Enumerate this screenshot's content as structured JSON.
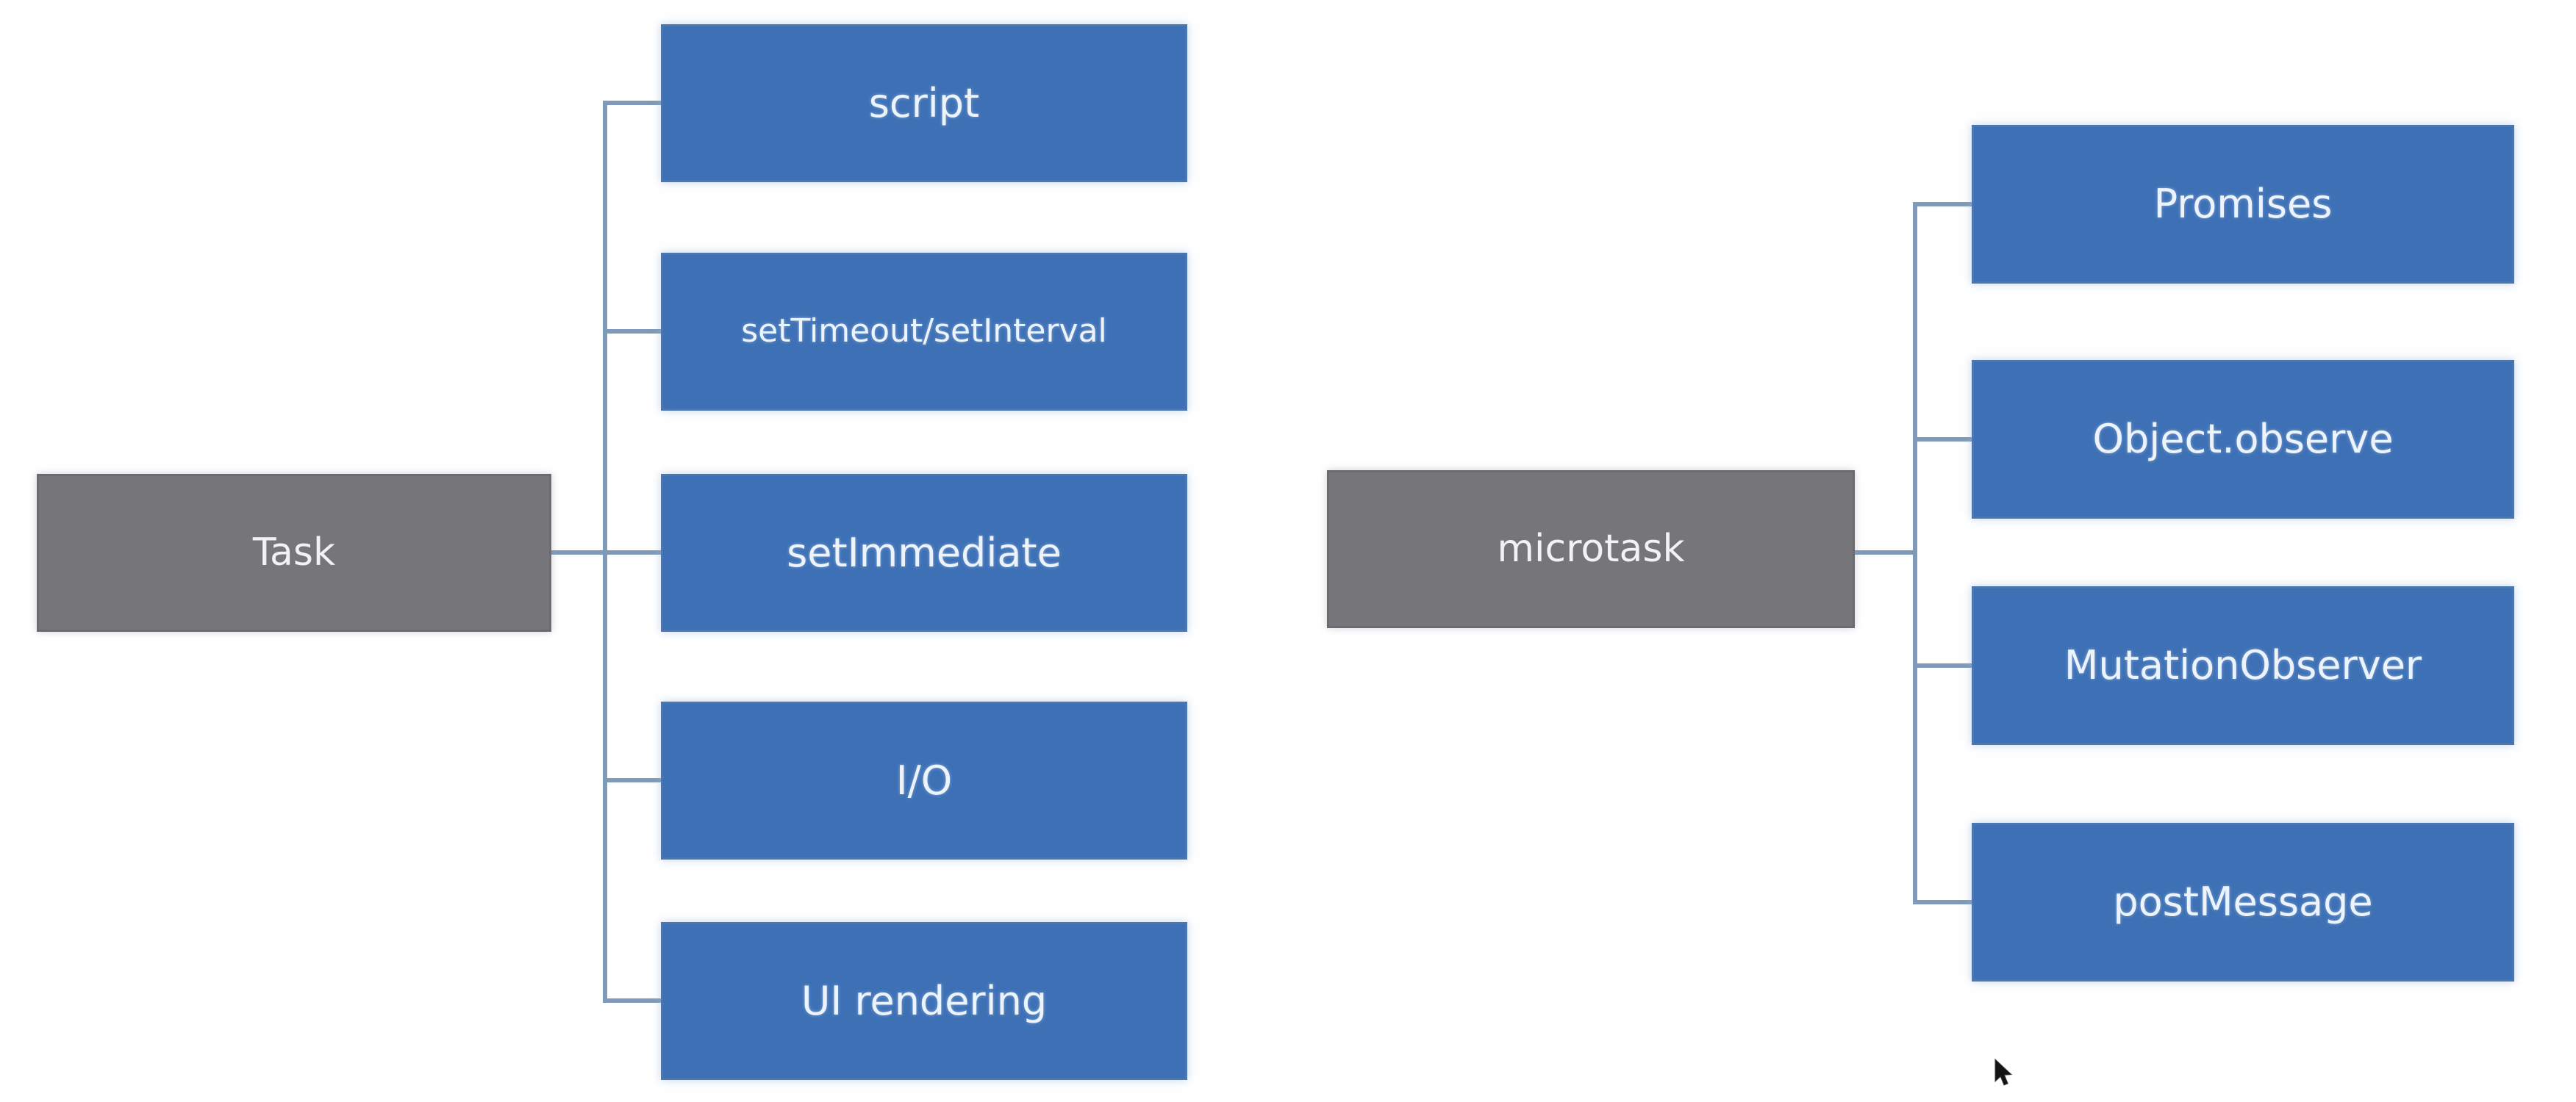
{
  "title": "JavaScript task vs microtask sources diagram",
  "colors": {
    "background": "#ffffff",
    "root_fill": "#76767a",
    "child_fill": "#3d70b5",
    "connector": "#7f9ab8",
    "text": "#edf3fb"
  },
  "trees": [
    {
      "root": {
        "label": "Task"
      },
      "children": [
        {
          "label": "script"
        },
        {
          "label": "setTimeout/setInterval"
        },
        {
          "label": "setImmediate"
        },
        {
          "label": "I/O"
        },
        {
          "label": "UI rendering"
        }
      ]
    },
    {
      "root": {
        "label": "microtask"
      },
      "children": [
        {
          "label": "Promises"
        },
        {
          "label": "Object.observe"
        },
        {
          "label": "MutationObserver"
        },
        {
          "label": "postMessage"
        }
      ]
    }
  ],
  "icons": {
    "cursor": "arrow-pointer"
  }
}
